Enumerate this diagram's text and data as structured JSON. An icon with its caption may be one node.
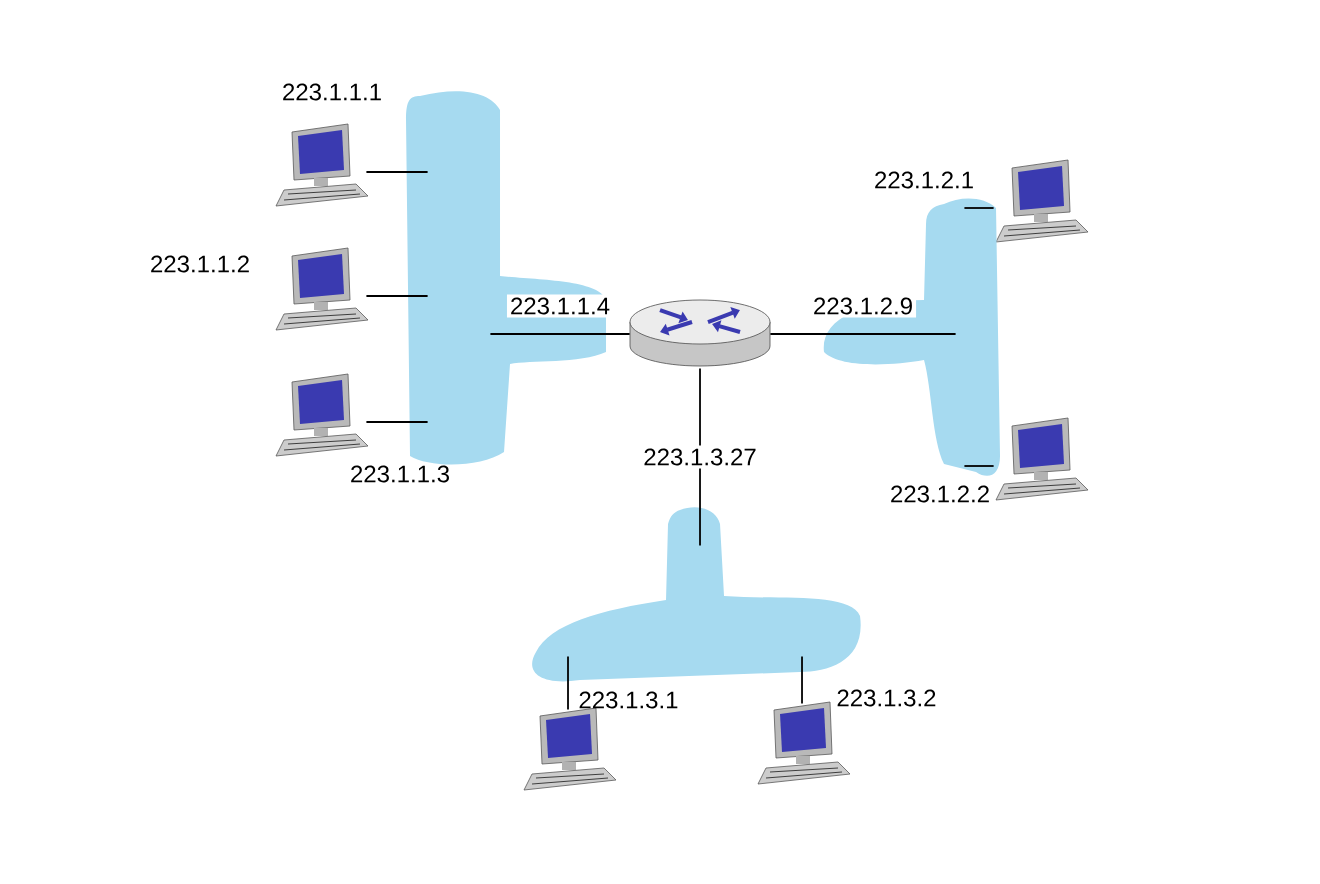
{
  "diagram": {
    "nodes": [
      {
        "text": [],
        "shape": "computer",
        "beside": [
          "223.1.1.1"
        ]
      },
      {
        "text": [],
        "shape": "computer",
        "beside": [
          "223.1.1.2"
        ]
      },
      {
        "text": [],
        "shape": "computer",
        "beside": [
          "223.1.1.3"
        ]
      },
      {
        "text": [],
        "shape": "band"
      },
      {
        "text": [],
        "shape": "router"
      },
      {
        "text": [],
        "shape": "computer",
        "beside": [
          "223.1.2.1"
        ]
      },
      {
        "text": [],
        "shape": "computer",
        "beside": [
          "223.1.2.2"
        ]
      },
      {
        "text": [],
        "shape": "band"
      },
      {
        "text": [],
        "shape": "band"
      },
      {
        "text": [],
        "shape": "computer",
        "beside": [
          "223.1.3.1"
        ]
      },
      {
        "text": [],
        "shape": "computer",
        "beside": [
          "223.1.3.2"
        ]
      }
    ],
    "edges": [
      {
        "from": 0,
        "to": 3,
        "arrow": "none"
      },
      {
        "from": 1,
        "to": 3,
        "arrow": "none"
      },
      {
        "from": 2,
        "to": 3,
        "arrow": "none"
      },
      {
        "from": 4,
        "to": 3,
        "arrow": "none",
        "label": "223.1.1.4"
      },
      {
        "from": 4,
        "to": 7,
        "arrow": "none",
        "label": "223.1.2.9"
      },
      {
        "from": 4,
        "to": 8,
        "arrow": "none",
        "label": "223.1.3.27"
      },
      {
        "from": 5,
        "to": 7,
        "arrow": "none"
      },
      {
        "from": 6,
        "to": 7,
        "arrow": "none"
      },
      {
        "from": 9,
        "to": 8,
        "arrow": "none"
      },
      {
        "from": 10,
        "to": 8,
        "arrow": "none"
      }
    ]
  }
}
